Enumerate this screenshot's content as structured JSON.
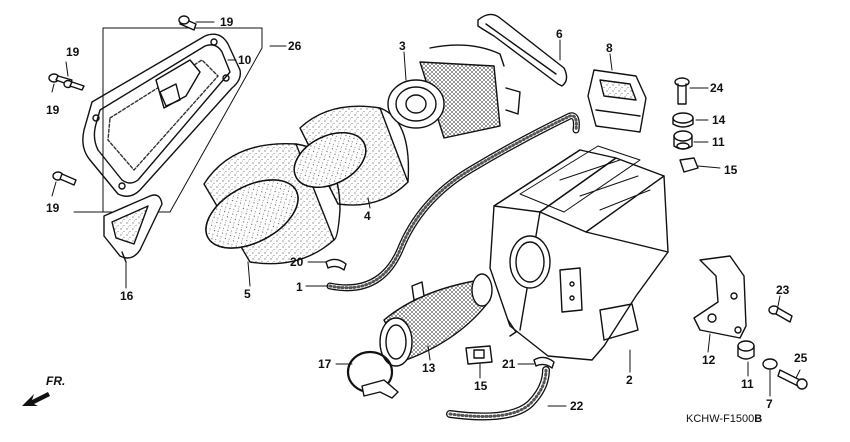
{
  "diagram_code": {
    "prefix": "KCHW-F1500",
    "suffix": "B"
  },
  "direction_label": "FR.",
  "callouts": {
    "c19a": "19",
    "c26": "26",
    "c19b": "19",
    "c10": "10",
    "c19c": "19",
    "c19d": "19",
    "c3": "3",
    "c6": "6",
    "c8": "8",
    "c24": "24",
    "c14": "14",
    "c11a": "11",
    "c15a": "15",
    "c4": "4",
    "c5": "5",
    "c16": "16",
    "c20": "20",
    "c1": "1",
    "c23": "23",
    "c12": "12",
    "c25": "25",
    "c11b": "11",
    "c7": "7",
    "c17": "17",
    "c13": "13",
    "c15b": "15",
    "c21": "21",
    "c2": "2",
    "c22": "22"
  },
  "colors": {
    "line": "#111111",
    "fill": "#ffffff",
    "speckle": "#555555"
  }
}
